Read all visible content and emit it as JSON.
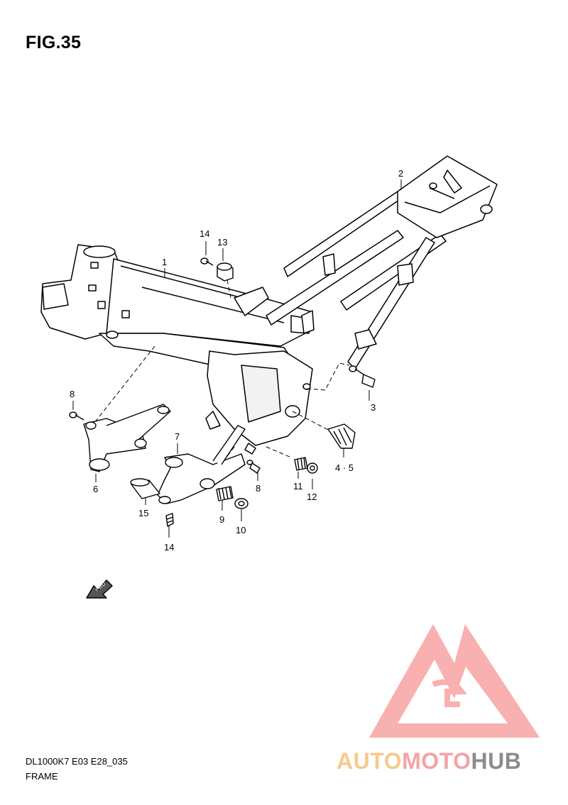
{
  "figure": {
    "title": "FIG.35",
    "model_code": "DL1000K7 E03 E28_035",
    "caption": "FRAME"
  },
  "callouts": [
    "1",
    "2",
    "3",
    "4 · 5",
    "6",
    "7",
    "8",
    "8",
    "9",
    "10",
    "11",
    "12",
    "13",
    "14",
    "14",
    "15"
  ],
  "fwd_badge": "FWD",
  "watermark": {
    "part1": "AUTO",
    "part2": "MOTO",
    "part3": "HUB",
    "colors": {
      "part1": "#f7c98f",
      "part2": "#f4a3a3",
      "part3": "#8c8c8c",
      "logo": "#f7a3a3"
    }
  }
}
